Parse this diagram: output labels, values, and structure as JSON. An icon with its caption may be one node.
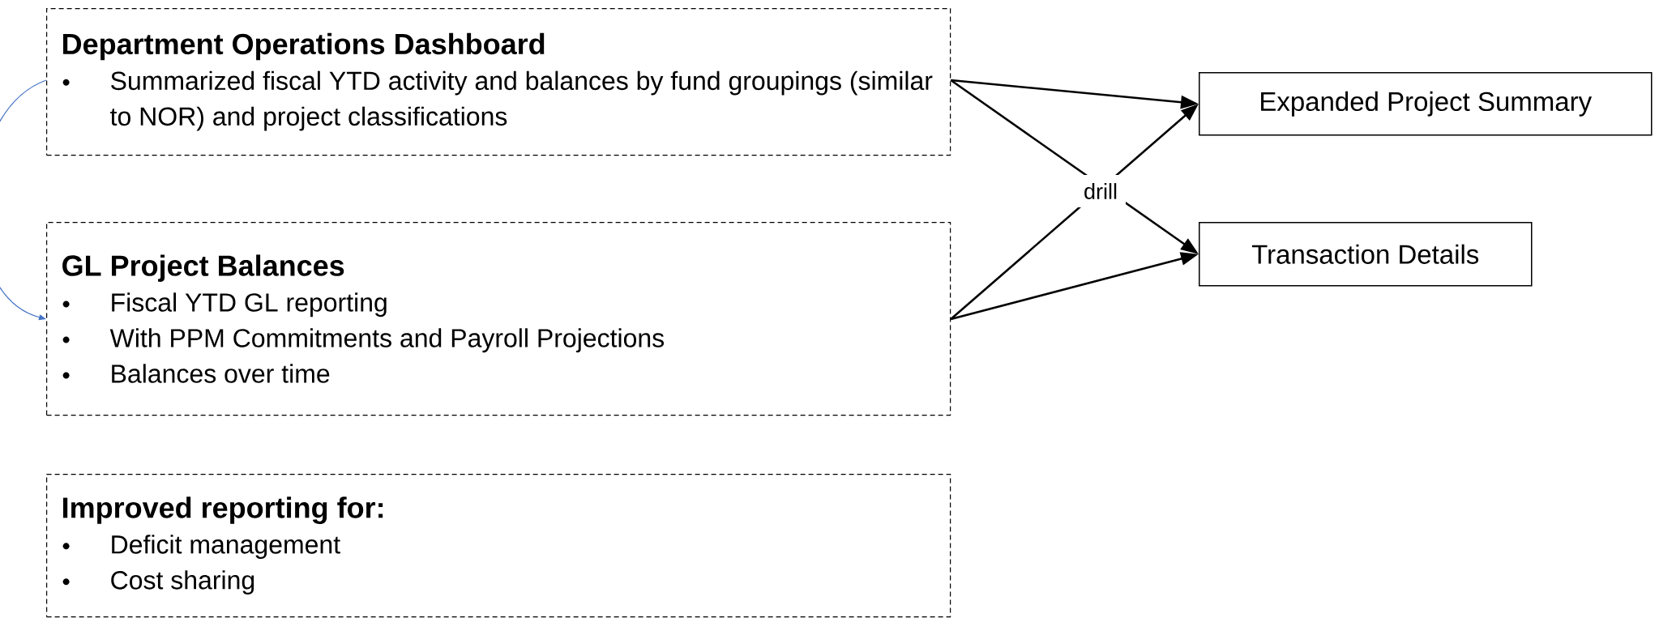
{
  "diagram": {
    "nodes": [
      {
        "text": [
          "Department Operations Dashboard",
          "Summarized fiscal YTD activity and balances by fund groupings (similar to NOR) and project classifications"
        ]
      },
      {
        "text": [
          "GL Project Balances",
          "Fiscal YTD GL reporting",
          "With PPM Commitments and Payroll Projections",
          "Balances over time"
        ]
      },
      {
        "text": [
          "Improved reporting for:",
          "Deficit management",
          "Cost sharing"
        ]
      },
      {
        "text": [
          "Expanded Project Summary"
        ]
      },
      {
        "text": [
          "Transaction Details"
        ]
      }
    ],
    "edges": [
      {
        "from": 0,
        "to": 3,
        "arrow": "to"
      },
      {
        "from": 0,
        "to": 4,
        "arrow": "to"
      },
      {
        "from": 1,
        "to": 3,
        "arrow": "to"
      },
      {
        "from": 1,
        "to": 4,
        "arrow": "to"
      },
      {
        "from": 0,
        "to": 1,
        "arrow": "to",
        "color": "#4472c4"
      }
    ],
    "labels": [
      "drill"
    ]
  }
}
